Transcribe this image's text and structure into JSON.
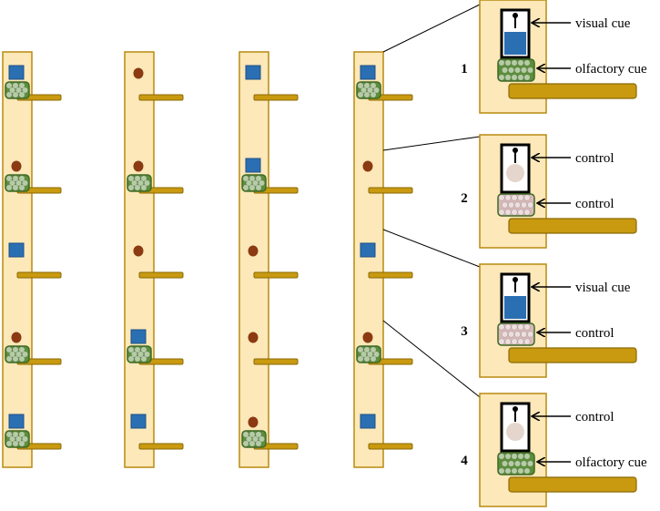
{
  "colors": {
    "board_fill": "#fce8b8",
    "board_stroke": "#b88a10",
    "perch_fill": "#c99a10",
    "perch_stroke": "#8a6a05",
    "visual_cue": "#2b6fb3",
    "dot": "#8b3a12",
    "olfactory_green": "#5c8f3a",
    "control_pink": "#d8b8b8",
    "control_disk": "#e4d6cc"
  },
  "poles": [
    {
      "name": "pole-1",
      "stations": [
        {
          "top": "visual",
          "scent": true
        },
        {
          "top": "dot",
          "scent": true
        },
        {
          "top": "visual",
          "scent": false
        },
        {
          "top": "dot",
          "scent": true
        },
        {
          "top": "visual",
          "scent": true
        }
      ]
    },
    {
      "name": "pole-2",
      "stations": [
        {
          "top": "dot",
          "scent": false
        },
        {
          "top": "dot",
          "scent": true
        },
        {
          "top": "dot",
          "scent": false
        },
        {
          "top": "visual",
          "scent": true
        },
        {
          "top": "visual",
          "scent": false
        }
      ]
    },
    {
      "name": "pole-3",
      "stations": [
        {
          "top": "visual",
          "scent": false
        },
        {
          "top": "visual",
          "scent": true
        },
        {
          "top": "dot",
          "scent": false
        },
        {
          "top": "dot",
          "scent": false
        },
        {
          "top": "dot",
          "scent": true
        }
      ]
    },
    {
      "name": "pole-4",
      "stations": [
        {
          "top": "visual",
          "scent": true
        },
        {
          "top": "dot",
          "scent": false
        },
        {
          "top": "visual",
          "scent": false
        },
        {
          "top": "dot",
          "scent": true
        },
        {
          "top": "visual",
          "scent": false
        }
      ]
    }
  ],
  "details": [
    {
      "number": "1",
      "top_cue": "visual",
      "bottom_cue": "olfactory",
      "top_label": "visual cue",
      "bottom_label": "olfactory cue"
    },
    {
      "number": "2",
      "top_cue": "control",
      "bottom_cue": "control",
      "top_label": "control",
      "bottom_label": "control"
    },
    {
      "number": "3",
      "top_cue": "visual",
      "bottom_cue": "control",
      "top_label": "visual cue",
      "bottom_label": "control"
    },
    {
      "number": "4",
      "top_cue": "control",
      "bottom_cue": "olfactory",
      "top_label": "control",
      "bottom_label": "olfactory cue"
    }
  ]
}
